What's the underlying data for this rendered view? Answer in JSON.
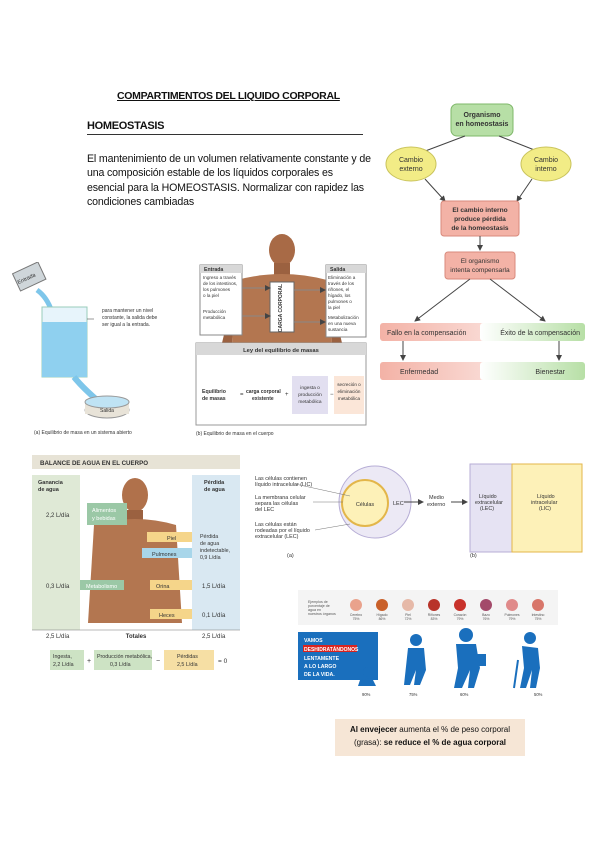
{
  "title": "COMPARTIMENTOS DEL LIQUIDO CORPORAL",
  "subtitle": "HOMEOSTASIS",
  "paragraph": "El mantenimiento de un volumen relativamente constante y de una composición estable de los líquidos corporales es esencial para la HOMEOSTASIS. Normalizar con rapidez las condiciones cambiadas",
  "flowchart": {
    "top": "Organismo en homeostasis",
    "left_change": "Cambio externo",
    "right_change": "Cambio interno",
    "middle": "El cambio interno produce pérdida de la homeostasis",
    "compensate": "El organismo intenta compensarla",
    "fail": "Fallo en la compensación",
    "success": "Éxito de la compensación",
    "disease": "Enfermedad",
    "wellness": "Bienestar",
    "colors": {
      "green": "#b7dfa6",
      "pink": "#f3b2a6",
      "yellow": "#f2ec86"
    }
  },
  "mass_balance": {
    "entrada_label": "Entrada",
    "tank_note": "para mantener un nivel constante, la salida debe ser igual a la entrada.",
    "salida_label": "Salida",
    "caption_a": "(a) Equilibrio de masa en un sistema abierto",
    "body_entrada": "Entrada",
    "body_entrada_text": "Ingreso a través de los intestinos, los pulmones o la piel",
    "body_production": "Producción metabólica",
    "body_carga": "CARGA CORPORAL",
    "body_salida": "Salida",
    "body_salida_text": "Eliminación a través de los riñones, el hígado, los pulmones o la piel",
    "body_metab": "Metabolización en una nueva sustancia",
    "law_title": "Ley del equilibrio de masas",
    "law_left": "Equilibrio de masas",
    "law_mid": "carga corporal existente",
    "law_plus": "ingesta o producción metabólica",
    "law_minus": "excreción o eliminación metabólica",
    "caption_b": "(b) Equilibrio de masa en el cuerpo"
  },
  "water_balance": {
    "header": "BALANCE DE AGUA EN EL CUERPO",
    "gain": "Ganancia de agua",
    "loss": "Pérdida de agua",
    "food": "Alimentos y bebidas",
    "food_val": "2,2 L/día",
    "metab": "Metabolismo",
    "metab_val": "0,3 L/día",
    "skin": "Piel",
    "lungs": "Pulmones",
    "insens": "Pérdida de agua indetectable, 0,9 L/día",
    "urine": "Orina",
    "urine_val": "1,5 L/día",
    "feces": "Heces",
    "feces_val": "0,1 L/día",
    "total_left": "2,5 L/día",
    "totals": "Totales",
    "total_right": "2,5 L/día",
    "eq_intake": "Ingesta, 2,2 L/día",
    "eq_plus": "+",
    "eq_prod": "Producción metabólica, 0,3 L/día",
    "eq_minus": "−",
    "eq_loss": "Pérdidas 2,5 L/día",
    "eq_zero": "= 0"
  },
  "cells": {
    "l1": "Las células contienen líquido intracelular (LIC)",
    "l2": "La membrana celular separa las células del LEC",
    "l3": "Las células están rodeadas por el líquido extracelular (LEC)",
    "cells_label": "Células",
    "lec": "LEC",
    "medio": "Medio externo",
    "lec_box": "Líquido extracelular (LEC)",
    "lic_box": "Líquido intracelular (LIC)",
    "a": "(a)",
    "b": "(b)"
  },
  "aging": {
    "organs_header": "Ejemplos de porcentaje de agua en nuestros órganos",
    "organs": [
      "Cerebro 75%",
      "Hígado 86%",
      "Piel 72%",
      "Riñones 83%",
      "Corazón 79%",
      "Bazo 76%",
      "Pulmones 79%",
      "Intestino 75%"
    ],
    "banner1": "VAMOS",
    "banner2": "DESHIDRATÁNDONOS",
    "banner3": "LENTAMENTE",
    "banner4": "A LO LARGO",
    "banner5": "DE LA VIDA.",
    "pcts": [
      "90%",
      "75%",
      "60%",
      "50%"
    ]
  },
  "caption": {
    "bold1": "Al envejecer",
    "normal1": " aumenta el % de peso corporal",
    "normal2": "(grasa): ",
    "bold2": "se reduce el % de agua corporal"
  }
}
